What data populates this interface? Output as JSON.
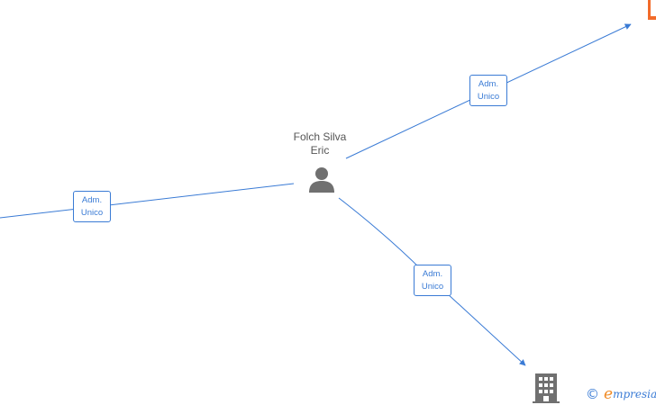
{
  "person": {
    "name_line1": "Folch Silva",
    "name_line2": "Eric",
    "icon": "person-icon"
  },
  "edges": [
    {
      "id": "ne",
      "label_line1": "Adm.",
      "label_line2": "Unico"
    },
    {
      "id": "w",
      "label_line1": "Adm.",
      "label_line2": "Unico"
    },
    {
      "id": "s",
      "label_line1": "Adm.",
      "label_line2": "Unico"
    }
  ],
  "nodes": {
    "company_icon": "building-icon",
    "offscreen_icon": "orange-company-icon"
  },
  "branding": {
    "copyright_symbol": "©",
    "logo_first_letter": "e",
    "logo_rest": "mpresia"
  },
  "colors": {
    "edge": "#3a7bd5",
    "icon": "#707070",
    "orange": "#f26b2a",
    "brand_orange": "#f08a24"
  }
}
